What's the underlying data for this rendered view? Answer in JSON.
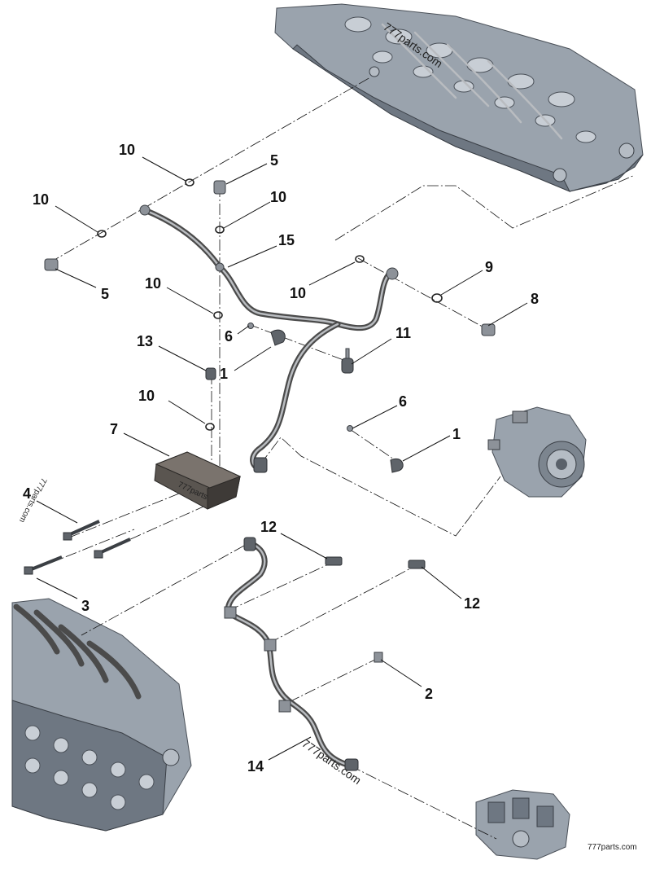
{
  "callouts": {
    "c10a": "10",
    "c10b": "10",
    "c10c": "10",
    "c10d": "10",
    "c10e": "10",
    "c10f": "10",
    "c5a": "5",
    "c5b": "5",
    "c15": "15",
    "c9": "9",
    "c8": "8",
    "c6a": "6",
    "c6b": "6",
    "c13": "13",
    "c1a": "1",
    "c1b": "1",
    "c11": "11",
    "c7": "7",
    "c4": "4",
    "c3": "3",
    "c12a": "12",
    "c12b": "12",
    "c2": "2",
    "c14": "14"
  },
  "watermarks": {
    "top": "777parts.com",
    "left": "777parts.com",
    "center": "777parts.com",
    "bottom_right": "777parts.com",
    "block_label": "777parts"
  },
  "colors": {
    "engine": "#9aa3ad",
    "tube": "#4b4b4b",
    "block": "#5a5550"
  }
}
